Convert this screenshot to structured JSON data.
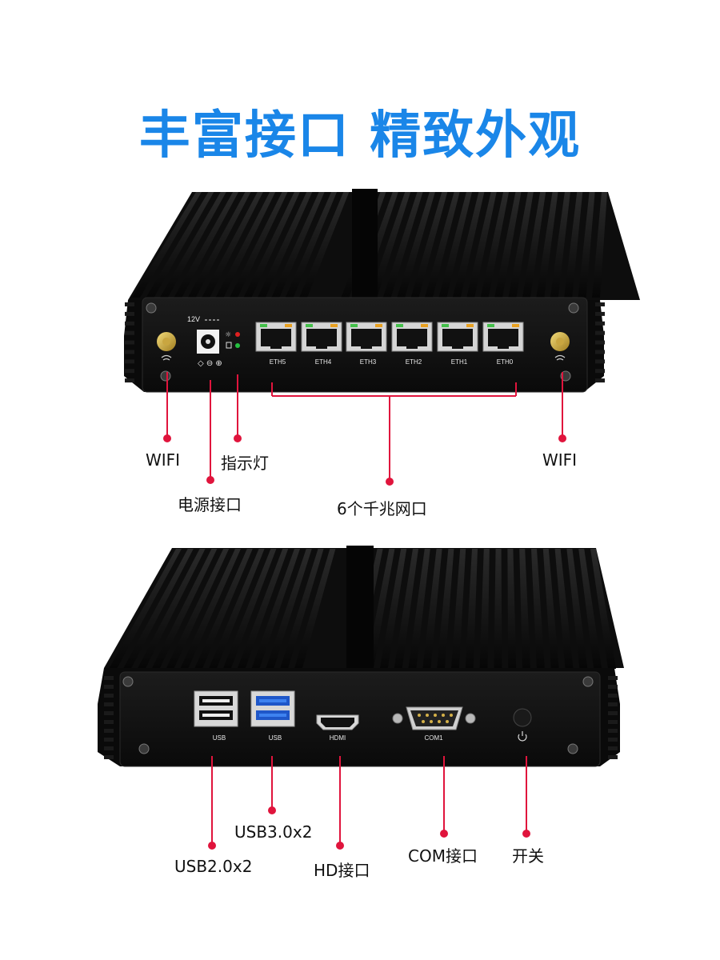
{
  "headline": "丰富接口 精致外观",
  "top_unit": {
    "power_voltage": "12V",
    "eth_ports": [
      "ETH5",
      "ETH4",
      "ETH3",
      "ETH2",
      "ETH1",
      "ETH0"
    ],
    "callouts": {
      "wifi_left": "WIFI",
      "power": "电源接口",
      "indicator": "指示灯",
      "lan": "6个千兆网口",
      "wifi_right": "WIFI"
    }
  },
  "bottom_unit": {
    "ports": {
      "usb_left": "USB",
      "usb_right": "USB",
      "hdmi": "HDMI",
      "com": "COM1"
    },
    "callouts": {
      "usb2": "USB2.0x2",
      "usb3": "USB3.0x2",
      "hd": "HD接口",
      "com": "COM接口",
      "power_switch": "开关"
    }
  },
  "colors": {
    "headline": "#1a86e8",
    "callout_line": "#e0143c",
    "chassis": "#111111"
  }
}
